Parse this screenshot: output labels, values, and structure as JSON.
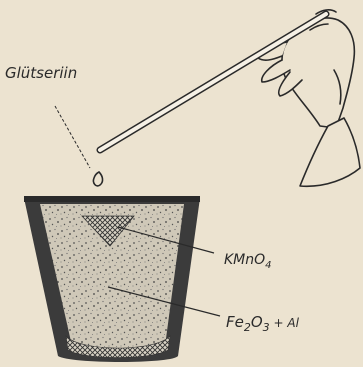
{
  "labels": {
    "glycerin": "Glütseriin",
    "kmno4": "KMnO",
    "kmno4_sub": "4",
    "mixture_a": "Fe",
    "mixture_a_sub": "2",
    "mixture_b": "O",
    "mixture_b_sub": "3",
    "mixture_c": " + Al"
  },
  "colors": {
    "background": "#ece3d0",
    "ink": "#2a2a2a",
    "crucible": "#3b3b3b",
    "powder": "#c9c2b2"
  },
  "icons": [
    "hand",
    "glass-rod",
    "glycerin-drop",
    "crucible"
  ]
}
